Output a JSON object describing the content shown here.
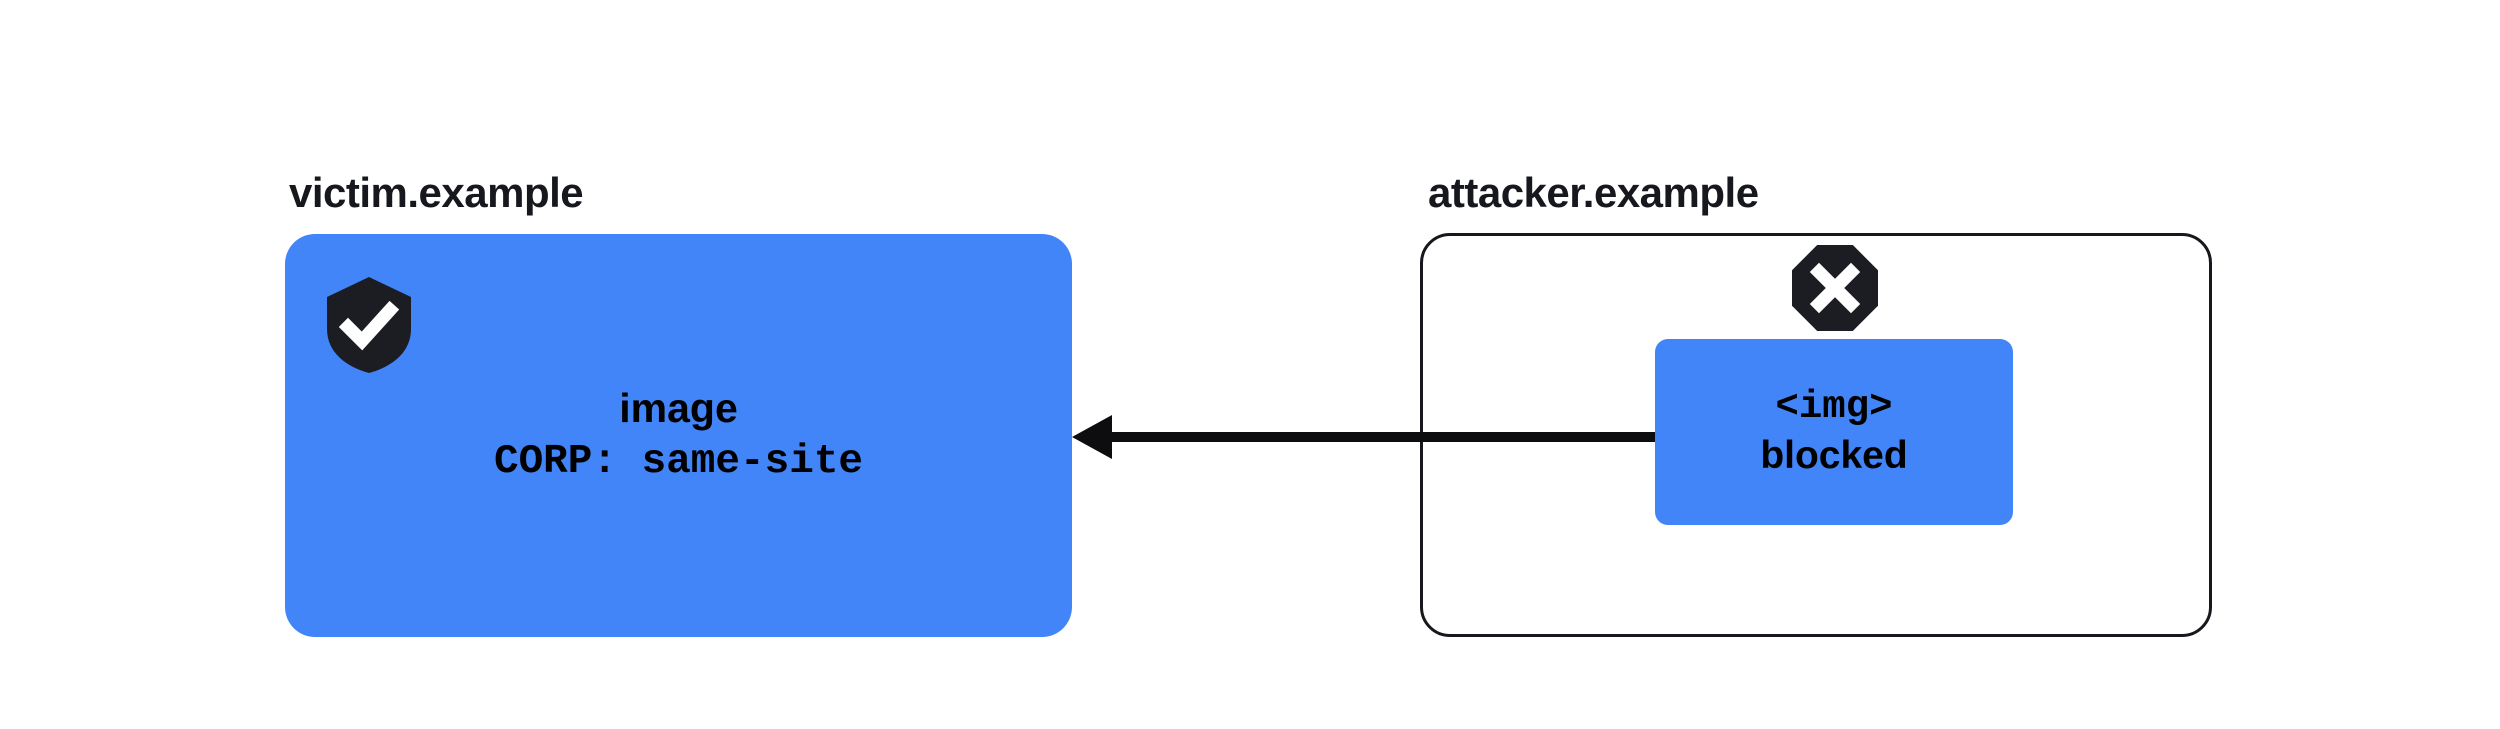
{
  "diagram": {
    "title": "Cross-Origin Resource Policy blocking a cross-site image request",
    "background_color": "#ffffff",
    "accent_color": "#4285f8",
    "ink_color": "#16181d"
  },
  "victim": {
    "label": "victim.example",
    "badge_icon": "shield-check-icon",
    "resource_name": "image",
    "resource_header": "CORP: same-site",
    "box_color": "#4285f8"
  },
  "attacker": {
    "label": "attacker.example",
    "status_icon": "octagon-x-icon",
    "element_tag": "<img>",
    "element_status": "blocked",
    "chip_color": "#4285f8",
    "border_color": "#16181d"
  },
  "connector": {
    "name": "blocked-request-arrow",
    "direction": "right-to-left",
    "from": "attacker.example",
    "to": "victim.example",
    "color": "#0d0d0f"
  }
}
